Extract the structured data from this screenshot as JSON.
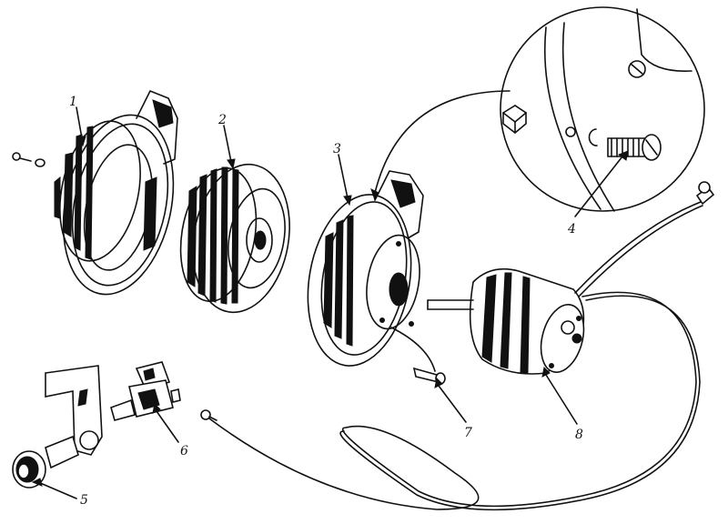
{
  "diagram": {
    "background": "#ffffff",
    "ink": "#111111",
    "callouts": [
      {
        "id": "fan-shroud-rear",
        "number": "1"
      },
      {
        "id": "blower-wheel",
        "number": "2"
      },
      {
        "id": "fan-shroud-front",
        "number": "3"
      },
      {
        "id": "detail-screw-nut",
        "number": "4"
      },
      {
        "id": "control-knob",
        "number": "5"
      },
      {
        "id": "switch",
        "number": "6"
      },
      {
        "id": "ground-lead",
        "number": "7"
      },
      {
        "id": "blower-motor",
        "number": "8"
      }
    ]
  }
}
